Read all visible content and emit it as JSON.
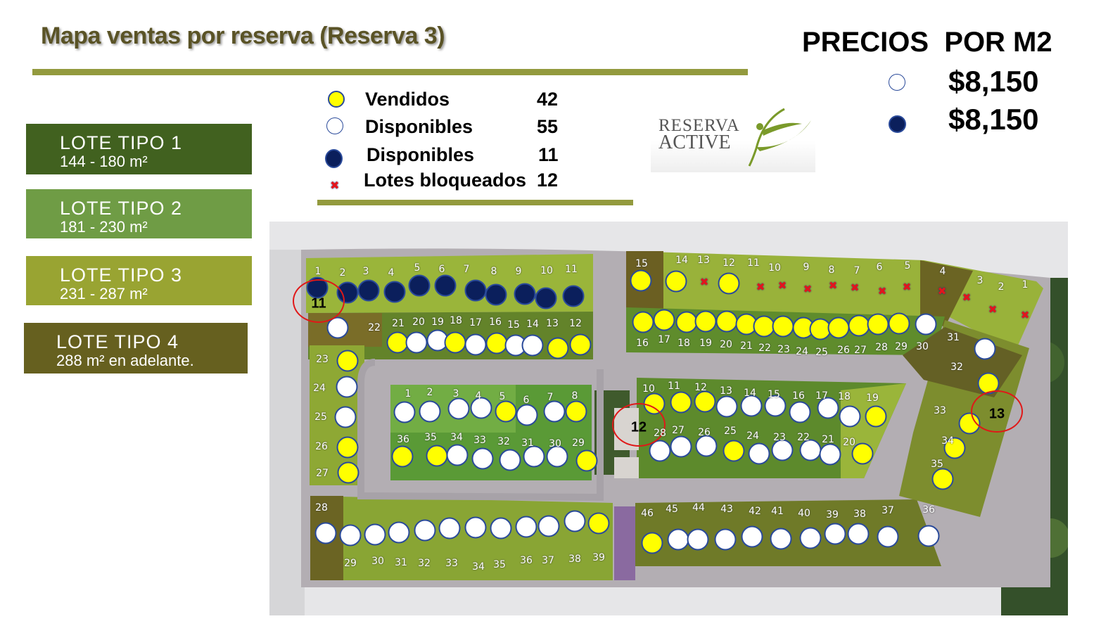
{
  "header": {
    "title": "Mapa ventas por reserva (Reserva 3)"
  },
  "lot_types": [
    {
      "label": "LOTE TIPO 1",
      "range": "144 - 180 m²",
      "color": "#41611f"
    },
    {
      "label": "LOTE TIPO 2",
      "range": "181 - 230 m²",
      "color": "#6f9c45"
    },
    {
      "label": "LOTE TIPO 3",
      "range": "231 - 287 m²",
      "color": "#99a432"
    },
    {
      "label": "LOTE TIPO 4",
      "range": "288 m² en adelante.",
      "color": "#66601f"
    }
  ],
  "legend": [
    {
      "icon": "yellow-circle",
      "label": "Vendidos",
      "count": "42"
    },
    {
      "icon": "white-circle",
      "label": "Disponibles",
      "count": "55"
    },
    {
      "icon": "navy-circle",
      "label": "Disponibles",
      "count": "11"
    },
    {
      "icon": "red-x",
      "label": "Lotes bloqueados",
      "count": "12"
    }
  ],
  "logo": {
    "line1": "RESERVA",
    "line2": "ACTIVE"
  },
  "prices": {
    "heading": "PRECIOS  POR M2",
    "items": [
      {
        "icon": "white-circle",
        "value": "$8,150"
      },
      {
        "icon": "navy-circle",
        "value": "$8,150"
      }
    ]
  },
  "colors": {
    "sold": "#ffff00",
    "available": "#ffffff",
    "available_navy": "#0b1f5c",
    "blocked": "#e4141c",
    "accent": "#939a3e"
  },
  "map": {
    "zones": [
      {
        "label": "11"
      },
      {
        "label": "12"
      },
      {
        "label": "13"
      }
    ],
    "groups": [
      {
        "name": "zone11-row1",
        "lots": [
          {
            "n": "1",
            "s": "b"
          },
          {
            "n": "2",
            "s": "b"
          },
          {
            "n": "3",
            "s": "b"
          },
          {
            "n": "4",
            "s": "b"
          },
          {
            "n": "5",
            "s": "b"
          },
          {
            "n": "6",
            "s": "b"
          },
          {
            "n": "7",
            "s": "b"
          },
          {
            "n": "8",
            "s": "b"
          },
          {
            "n": "9",
            "s": "b"
          },
          {
            "n": "10",
            "s": "b"
          },
          {
            "n": "11",
            "s": "b"
          }
        ]
      },
      {
        "name": "zone11-row2",
        "lots": [
          {
            "n": "22",
            "s": "w"
          },
          {
            "n": "21",
            "s": "y"
          },
          {
            "n": "20",
            "s": "w"
          },
          {
            "n": "19",
            "s": "w"
          },
          {
            "n": "18",
            "s": "y"
          },
          {
            "n": "17",
            "s": "w"
          },
          {
            "n": "16",
            "s": "y"
          },
          {
            "n": "15",
            "s": "w"
          },
          {
            "n": "14",
            "s": "w"
          },
          {
            "n": "13",
            "s": "y"
          },
          {
            "n": "12",
            "s": "y"
          }
        ]
      },
      {
        "name": "zone11-left",
        "lots": [
          {
            "n": "23",
            "s": "y"
          },
          {
            "n": "24",
            "s": "w"
          },
          {
            "n": "25",
            "s": "w"
          },
          {
            "n": "26",
            "s": "y"
          },
          {
            "n": "27",
            "s": "y"
          },
          {
            "n": "28",
            "s": "w"
          }
        ]
      },
      {
        "name": "zone11-bottom",
        "lots": [
          {
            "n": "29",
            "s": "w"
          },
          {
            "n": "30",
            "s": "w"
          },
          {
            "n": "31",
            "s": "w"
          },
          {
            "n": "32",
            "s": "w"
          },
          {
            "n": "33",
            "s": "w"
          },
          {
            "n": "34",
            "s": "w"
          },
          {
            "n": "35",
            "s": "w"
          },
          {
            "n": "36",
            "s": "w"
          },
          {
            "n": "37",
            "s": "w"
          },
          {
            "n": "38",
            "s": "w"
          },
          {
            "n": "39",
            "s": "y"
          }
        ]
      },
      {
        "name": "zone11-center-top",
        "lots": [
          {
            "n": "1",
            "s": "w"
          },
          {
            "n": "2",
            "s": "w"
          },
          {
            "n": "3",
            "s": "w"
          },
          {
            "n": "4",
            "s": "w"
          },
          {
            "n": "5",
            "s": "y"
          },
          {
            "n": "6",
            "s": "w"
          },
          {
            "n": "7",
            "s": "w"
          },
          {
            "n": "8",
            "s": "y"
          }
        ]
      },
      {
        "name": "zone11-center-bottom",
        "lots": [
          {
            "n": "36",
            "s": "y"
          },
          {
            "n": "35",
            "s": "y"
          },
          {
            "n": "34",
            "s": "w"
          },
          {
            "n": "33",
            "s": "w"
          },
          {
            "n": "32",
            "s": "w"
          },
          {
            "n": "31",
            "s": "w"
          },
          {
            "n": "30",
            "s": "w"
          },
          {
            "n": "29",
            "s": "y"
          }
        ]
      },
      {
        "name": "zone12-top",
        "lots": [
          {
            "n": "10",
            "s": "y"
          },
          {
            "n": "11",
            "s": "y"
          },
          {
            "n": "12",
            "s": "y"
          },
          {
            "n": "13",
            "s": "w"
          },
          {
            "n": "14",
            "s": "w"
          },
          {
            "n": "15",
            "s": "w"
          },
          {
            "n": "16",
            "s": "w"
          },
          {
            "n": "17",
            "s": "w"
          },
          {
            "n": "18",
            "s": "w"
          },
          {
            "n": "19",
            "s": "y"
          }
        ]
      },
      {
        "name": "zone12-bottom",
        "lots": [
          {
            "n": "28",
            "s": "w"
          },
          {
            "n": "27",
            "s": "w"
          },
          {
            "n": "26",
            "s": "w"
          },
          {
            "n": "25",
            "s": "y"
          },
          {
            "n": "24",
            "s": "w"
          },
          {
            "n": "23",
            "s": "w"
          },
          {
            "n": "22",
            "s": "w"
          },
          {
            "n": "21",
            "s": "w"
          },
          {
            "n": "20",
            "s": "y"
          }
        ]
      },
      {
        "name": "zone12-south",
        "lots": [
          {
            "n": "46",
            "s": "y"
          },
          {
            "n": "45",
            "s": "w"
          },
          {
            "n": "44",
            "s": "w"
          },
          {
            "n": "43",
            "s": "w"
          },
          {
            "n": "42",
            "s": "w"
          },
          {
            "n": "41",
            "s": "w"
          },
          {
            "n": "40",
            "s": "w"
          },
          {
            "n": "39",
            "s": "w"
          },
          {
            "n": "38",
            "s": "w"
          },
          {
            "n": "37",
            "s": "w"
          }
        ]
      },
      {
        "name": "zone13-top",
        "lots": [
          {
            "n": "15",
            "s": "y"
          },
          {
            "n": "14",
            "s": "y"
          },
          {
            "n": "13",
            "s": "x"
          },
          {
            "n": "12",
            "s": "y"
          },
          {
            "n": "11",
            "s": "x"
          },
          {
            "n": "10",
            "s": "x"
          },
          {
            "n": "9",
            "s": "x"
          },
          {
            "n": "8",
            "s": "x"
          },
          {
            "n": "7",
            "s": "x"
          },
          {
            "n": "6",
            "s": "x"
          },
          {
            "n": "5",
            "s": "x"
          },
          {
            "n": "4",
            "s": "x"
          },
          {
            "n": "3",
            "s": "x"
          },
          {
            "n": "2",
            "s": "x"
          },
          {
            "n": "1",
            "s": "x"
          }
        ]
      },
      {
        "name": "zone13-row2",
        "lots": [
          {
            "n": "16",
            "s": "y"
          },
          {
            "n": "17",
            "s": "y"
          },
          {
            "n": "18",
            "s": "y"
          },
          {
            "n": "19",
            "s": "y"
          },
          {
            "n": "20",
            "s": "y"
          },
          {
            "n": "21",
            "s": "y"
          },
          {
            "n": "22",
            "s": "y"
          },
          {
            "n": "23",
            "s": "y"
          },
          {
            "n": "24",
            "s": "y"
          },
          {
            "n": "25",
            "s": "y"
          },
          {
            "n": "26",
            "s": "y"
          },
          {
            "n": "27",
            "s": "y"
          },
          {
            "n": "28",
            "s": "y"
          },
          {
            "n": "29",
            "s": "y"
          },
          {
            "n": "30",
            "s": "w"
          }
        ]
      },
      {
        "name": "zone13-east",
        "lots": [
          {
            "n": "31",
            "s": "w"
          },
          {
            "n": "32",
            "s": "y"
          },
          {
            "n": "33",
            "s": "y"
          },
          {
            "n": "34",
            "s": "y"
          },
          {
            "n": "35",
            "s": "y"
          },
          {
            "n": "36",
            "s": "w"
          }
        ]
      }
    ]
  }
}
